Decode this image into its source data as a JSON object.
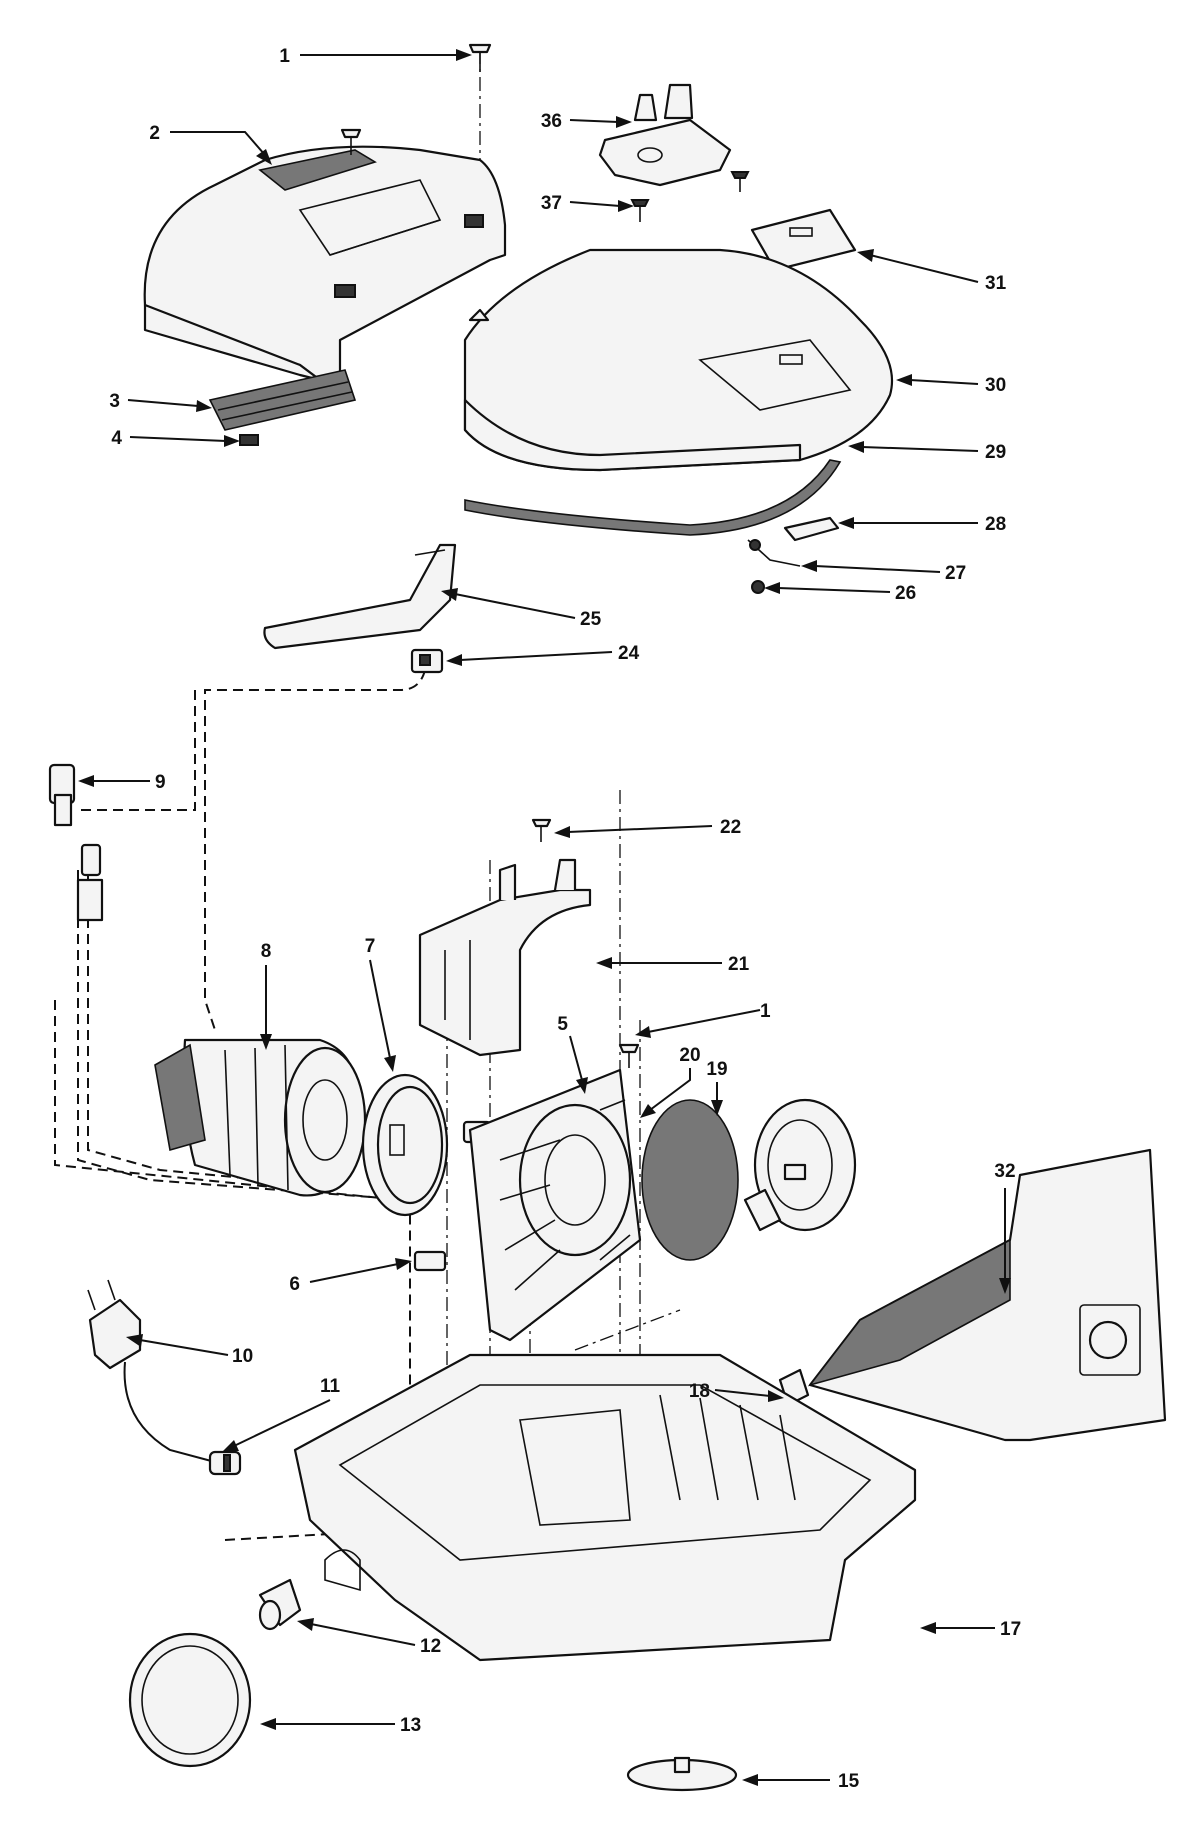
{
  "callouts": [
    {
      "id": "c1",
      "label": "1"
    },
    {
      "id": "c1b",
      "label": "1"
    },
    {
      "id": "c2",
      "label": "2"
    },
    {
      "id": "c3",
      "label": "3"
    },
    {
      "id": "c4",
      "label": "4"
    },
    {
      "id": "c5",
      "label": "5"
    },
    {
      "id": "c6",
      "label": "6"
    },
    {
      "id": "c7",
      "label": "7"
    },
    {
      "id": "c8",
      "label": "8"
    },
    {
      "id": "c9",
      "label": "9"
    },
    {
      "id": "c10",
      "label": "10"
    },
    {
      "id": "c11",
      "label": "11"
    },
    {
      "id": "c12",
      "label": "12"
    },
    {
      "id": "c13",
      "label": "13"
    },
    {
      "id": "c15",
      "label": "15"
    },
    {
      "id": "c17",
      "label": "17"
    },
    {
      "id": "c18",
      "label": "18"
    },
    {
      "id": "c19",
      "label": "19"
    },
    {
      "id": "c20",
      "label": "20"
    },
    {
      "id": "c21",
      "label": "21"
    },
    {
      "id": "c22",
      "label": "22"
    },
    {
      "id": "c24",
      "label": "24"
    },
    {
      "id": "c25",
      "label": "25"
    },
    {
      "id": "c26",
      "label": "26"
    },
    {
      "id": "c27",
      "label": "27"
    },
    {
      "id": "c28",
      "label": "28"
    },
    {
      "id": "c29",
      "label": "29"
    },
    {
      "id": "c30",
      "label": "30"
    },
    {
      "id": "c31",
      "label": "31"
    },
    {
      "id": "c32",
      "label": "32"
    },
    {
      "id": "c36",
      "label": "36"
    },
    {
      "id": "c37",
      "label": "37"
    }
  ]
}
